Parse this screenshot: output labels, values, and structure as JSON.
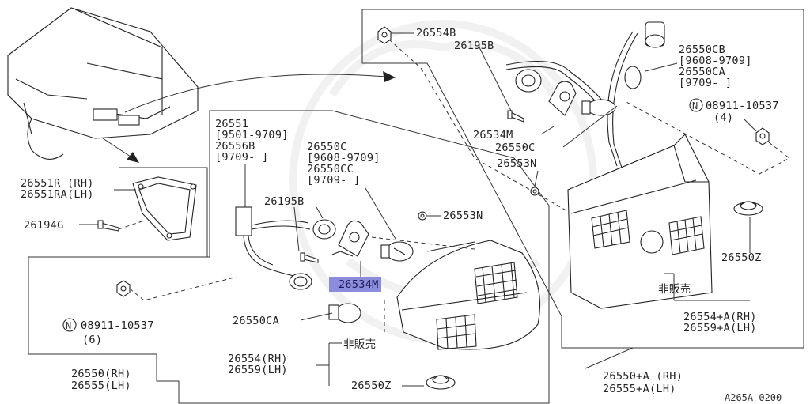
{
  "callouts": {
    "nut_top": "26554B",
    "socket_top": "26195B",
    "bulb_cb": "26550CB",
    "bulb_cb_date": "[9608-9709]",
    "bulb_ca_top": "26550CA",
    "bulb_ca_top_date": "[9709-    ]",
    "nut_n_top": "08911-10537",
    "nut_n_top_qty": "(4)",
    "bracket_top": "26534M",
    "bulb_c_top": "26550C",
    "washer_top": "26553N",
    "harness": "26551",
    "harness_date": "[9501-9709]",
    "harness_b": "26556B",
    "harness_b_date": "[9709-    ]",
    "bulb_c_left": "26550C",
    "bulb_c_left_date": "[9608-9709]",
    "bulb_cc_left": "26550CC",
    "bulb_cc_left_date": "[9709-    ]",
    "socket_left": "26195B",
    "washer_left": "26553N",
    "bracket_highlight": "26534M",
    "bulb_ca_left": "26550CA",
    "reflector_rh": "26551R (RH)",
    "reflector_lh": "26551RA(LH)",
    "screw": "26194G",
    "nut_n_left": "08911-10537",
    "nut_n_left_qty": "(6)",
    "nut_n_symbol": "N",
    "not_for_sale_left": "非販売",
    "lens_left_rh": "26554(RH)",
    "lens_left_lh": "26559(LH)",
    "grommet_left": "26550Z",
    "assy_left_rh": "26550(RH)",
    "assy_left_lh": "26555(LH)",
    "grommet_right": "26550Z",
    "not_for_sale_right": "非販売",
    "lens_right_rh": "26554+A(RH)",
    "lens_right_lh": "26559+A(LH)",
    "assy_right_rh": "26550+A (RH)",
    "assy_right_lh": "26555+A(LH)",
    "figure_code": "A265A 0200"
  },
  "colors": {
    "line": "#222222",
    "highlight": "#8c8cdc",
    "background": "#ffffff"
  }
}
